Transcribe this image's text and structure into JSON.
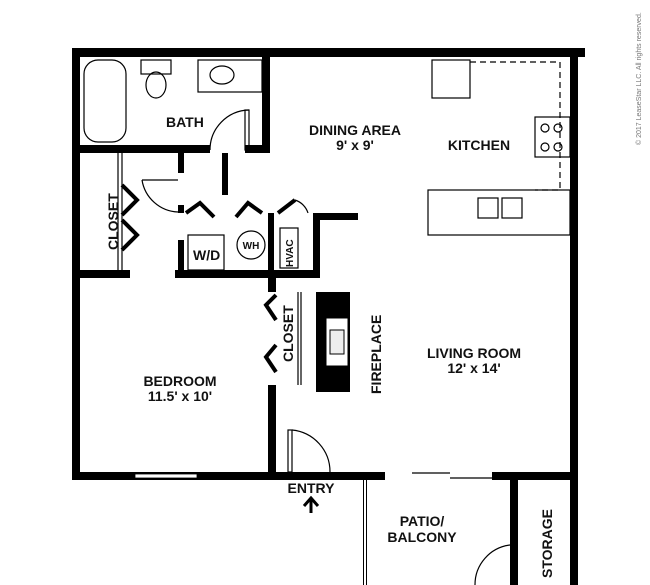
{
  "copyright": "© 2017 LeaseStar LLC. All rights reserved.",
  "rooms": {
    "bath": "BATH",
    "dining": {
      "name": "DINING AREA",
      "size": "9' x 9'"
    },
    "kitchen": "KITCHEN",
    "closet_hall": "CLOSET",
    "wd": "W/D",
    "wh": "WH",
    "hvac": "HVAC",
    "closet_bedroom": "CLOSET",
    "fireplace": "FIREPLACE",
    "living": {
      "name": "LIVING ROOM",
      "size": "12' x 14'"
    },
    "bedroom": {
      "name": "BEDROOM",
      "size": "11.5' x 10'"
    },
    "entry": "ENTRY",
    "patio": {
      "line1": "PATIO/",
      "line2": "BALCONY"
    },
    "storage": "STORAGE"
  }
}
